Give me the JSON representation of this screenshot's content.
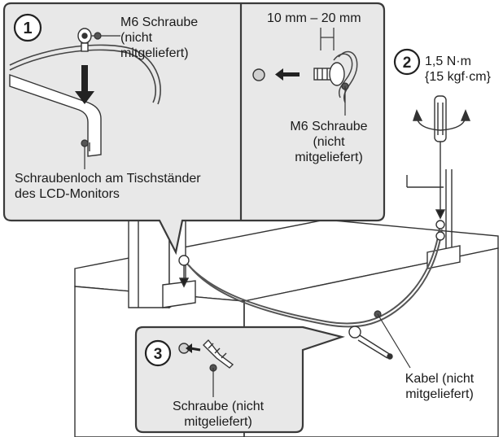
{
  "steps": {
    "step1": "1",
    "step2": "2",
    "step3": "3"
  },
  "callouts": {
    "m6_screw_top": {
      "line1": "M6 Schraube",
      "line2": "(nicht",
      "line3": "mitgeliefert)"
    },
    "dimension": "10 mm – 20 mm",
    "m6_screw_right": {
      "line1": "M6 Schraube",
      "line2": "(nicht",
      "line3": "mitgeliefert)"
    },
    "screw_hole": {
      "line1": "Schraubenloch am Tischständer",
      "line2": "des LCD-Monitors"
    },
    "torque": {
      "line1": "1,5 N·m",
      "line2": "{15 kgf·cm}"
    },
    "cable": {
      "line1": "Kabel (nicht",
      "line2": "mitgeliefert)"
    },
    "screw_bottom": {
      "line1": "Schraube (nicht",
      "line2": "mitgeliefert)"
    }
  },
  "colors": {
    "panel_fill": "#e8e8e8",
    "panel_border": "#3a3a3a",
    "stroke": "#333333",
    "arrow": "#222222"
  }
}
